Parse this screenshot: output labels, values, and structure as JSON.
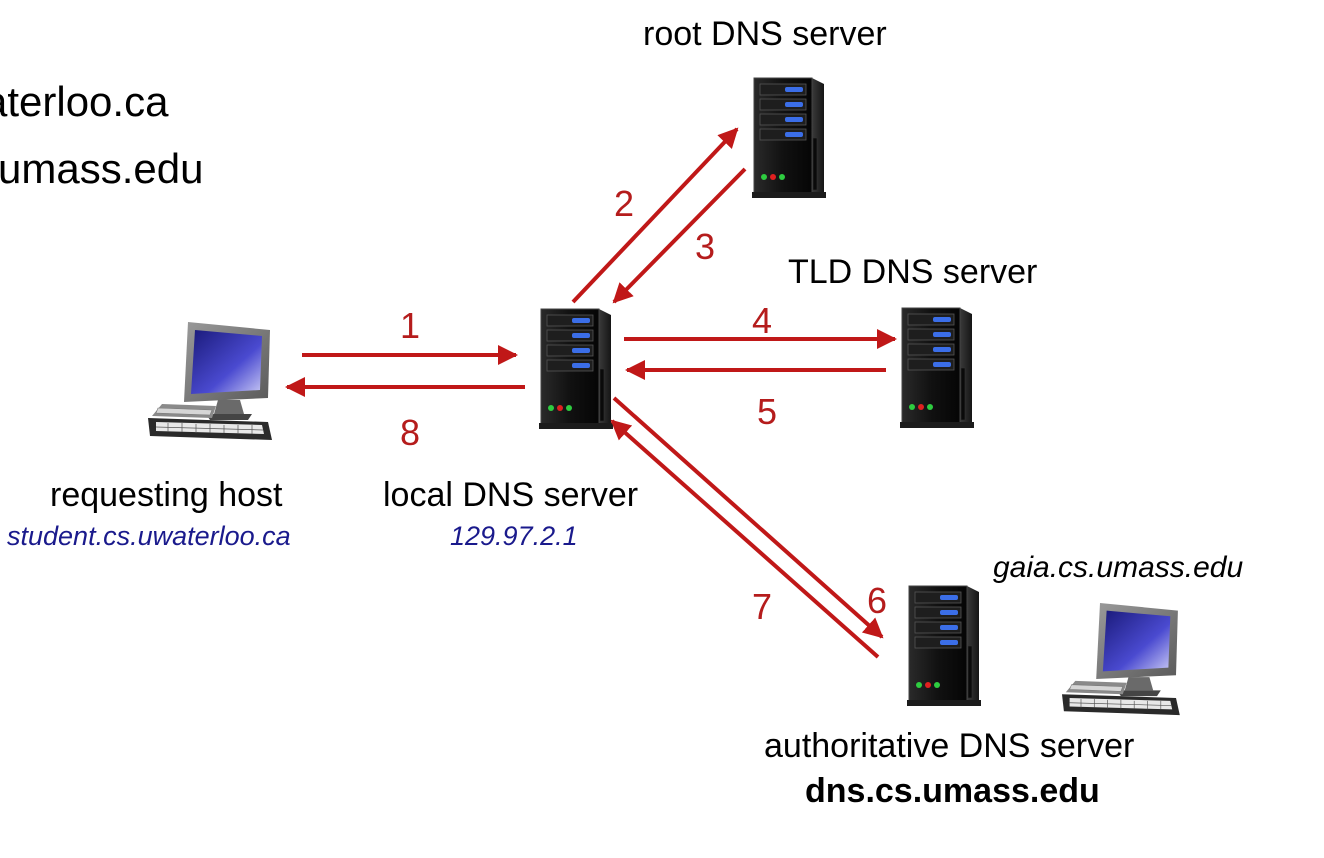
{
  "partial_text": {
    "line1": "aterloo.ca",
    "line2": "umass.edu"
  },
  "nodes": {
    "root": {
      "label": "root DNS server"
    },
    "tld": {
      "label": "TLD DNS server"
    },
    "local": {
      "label": "local DNS server",
      "sublabel": "129.97.2.1"
    },
    "host": {
      "label": "requesting host",
      "sublabel": "student.cs.uwaterloo.ca"
    },
    "auth": {
      "label": "authoritative DNS server",
      "sublabel": "dns.cs.umass.edu"
    },
    "gaia": {
      "label": "gaia.cs.umass.edu"
    }
  },
  "steps": [
    "1",
    "2",
    "3",
    "4",
    "5",
    "6",
    "7",
    "8"
  ],
  "colors": {
    "arrow": "#c01818",
    "host_text": "#1a1a8c"
  },
  "icons": {
    "server": "server-icon",
    "computer": "computer-icon"
  }
}
